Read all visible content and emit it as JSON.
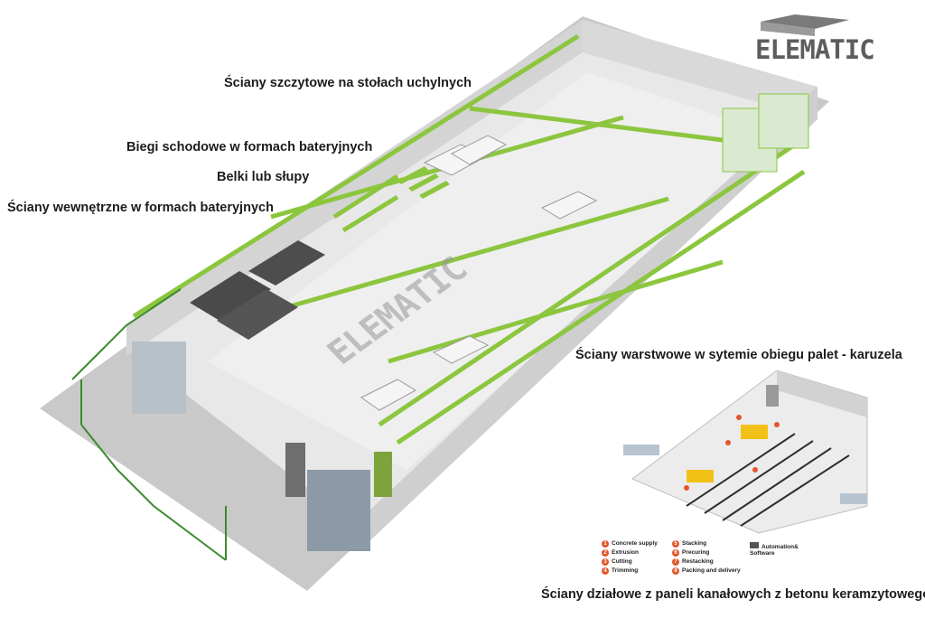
{
  "brand": {
    "logo_text": "ELEMATIC",
    "floor_text": "ELEMATIC"
  },
  "labels": [
    "Ściany szczytowe na stołach uchylnych",
    "Biegi schodowe w formach bateryjnych",
    "Belki lub słupy",
    "Ściany wewnętrzne w formach bateryjnych",
    "Ściany warstwowe w sytemie obiegu palet - karuzela",
    "Ściany działowe z paneli kanałowych z betonu keramzytowego"
  ],
  "legend": {
    "items": [
      {
        "num": "1",
        "text": "Concrete supply"
      },
      {
        "num": "2",
        "text": "Extrusion"
      },
      {
        "num": "3",
        "text": "Cutting"
      },
      {
        "num": "4",
        "text": "Trimming"
      },
      {
        "num": "5",
        "text": "Stacking"
      },
      {
        "num": "6",
        "text": "Precuring"
      },
      {
        "num": "7",
        "text": "Restacking"
      },
      {
        "num": "8",
        "text": "Packing and delivery"
      }
    ],
    "software": "Automation& Software"
  },
  "colors": {
    "accent_green": "#8cc63f",
    "dark_green": "#3c8a2e",
    "legend_orange": "#e2562a",
    "wall_grey": "#dcdcdc"
  }
}
